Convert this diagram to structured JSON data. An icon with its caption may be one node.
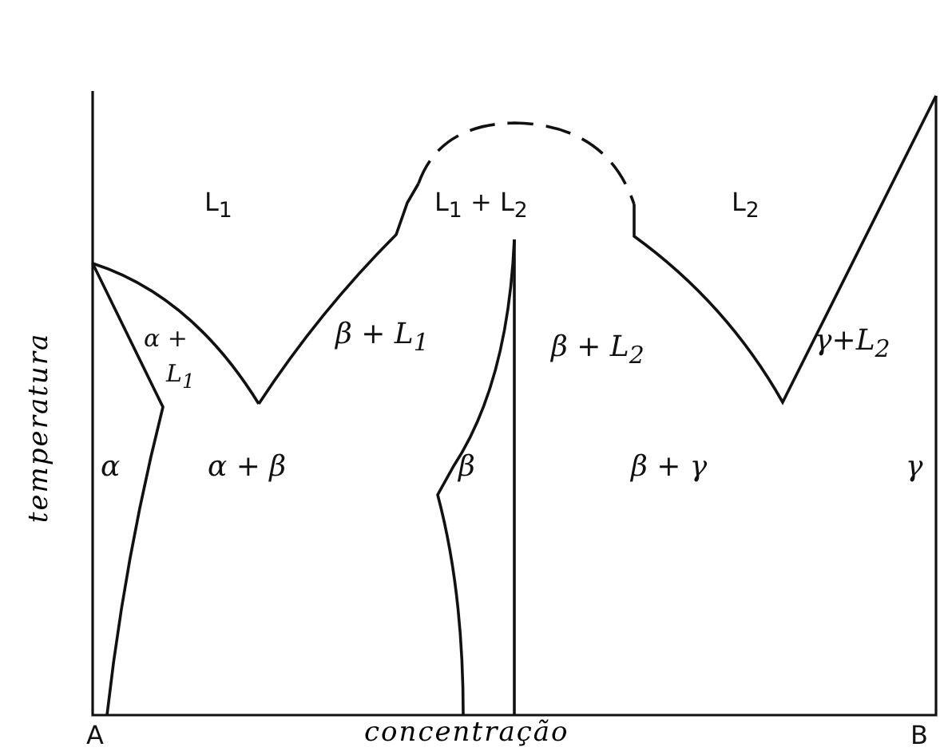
{
  "diagram": {
    "labels": [
      "L$_{1}$",
      "L$_{1}$ + L$_{2}$",
      "L$_{2}$",
      "α + L$_{1}$",
      "β + L$_{1}$",
      "β + L$_{2}$",
      "γ+L$_{2}$",
      "temperatura",
      "α",
      "α + β",
      "β",
      "β + γ",
      "γ",
      "A",
      "concentração",
      "B"
    ]
  }
}
